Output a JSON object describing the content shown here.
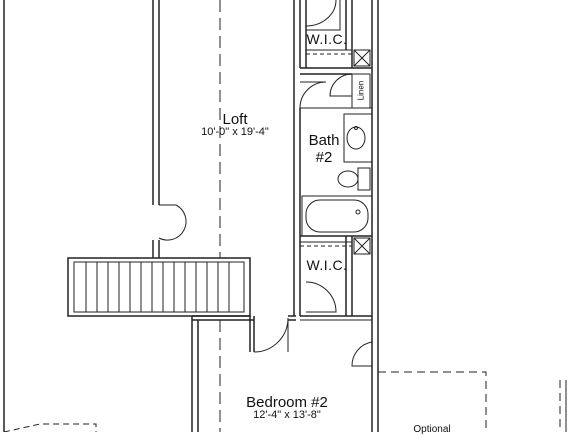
{
  "rooms": {
    "loft": {
      "name": "Loft",
      "dims": "10'-0\" x 19'-4\""
    },
    "bath2": {
      "name": "Bath",
      "number": "#2"
    },
    "wic_top": {
      "name": "W.I.C."
    },
    "wic_bottom": {
      "name": "W.I.C."
    },
    "linen": {
      "name": "Linen"
    },
    "bedroom2": {
      "name": "Bedroom #2",
      "dims": "12'-4\" x 13'-8\""
    },
    "optional": {
      "name": "Optional"
    }
  },
  "colors": {
    "line": "#222222",
    "background": "#ffffff"
  }
}
